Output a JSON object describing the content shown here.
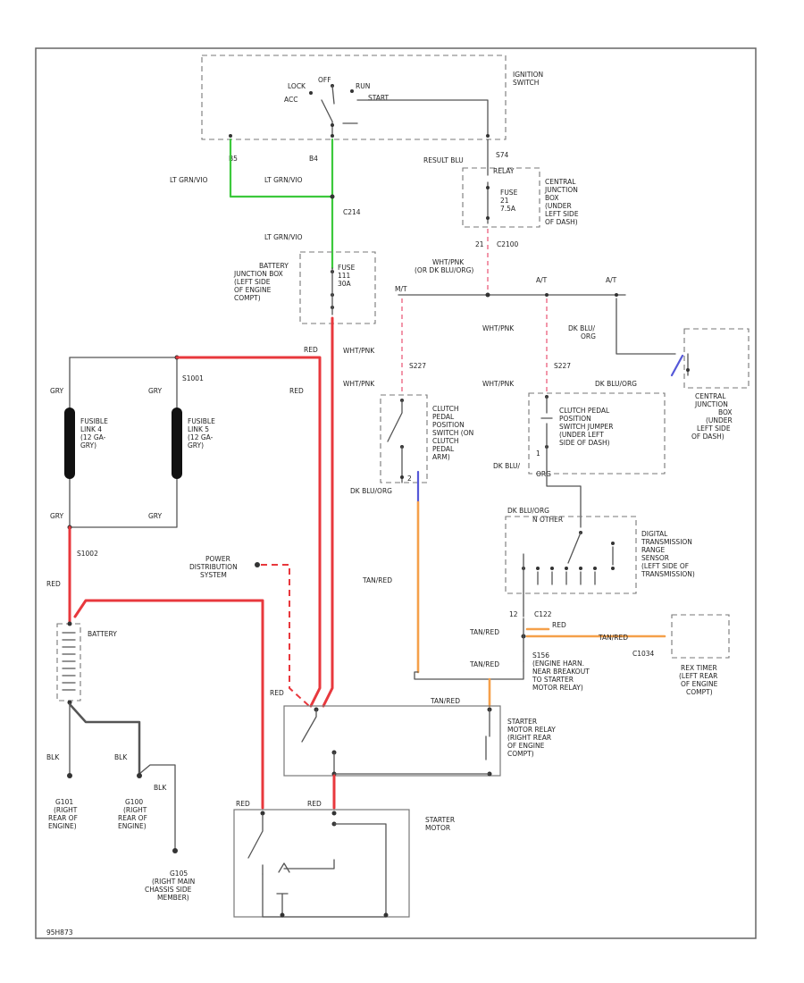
{
  "labels": {
    "ignition_switch": [
      "IGNITION",
      "SWITCH"
    ],
    "ign_lock": "LOCK",
    "ign_off": "OFF",
    "ign_run": "RUN",
    "ign_acc": "ACC",
    "ign_start": "START",
    "pin_b5": "B5",
    "pin_b4": "B4",
    "pin_s74": "S74",
    "wire_ltgrn_1": "LT GRN/VIO",
    "wire_ltgrn_2": "LT GRN/VIO",
    "wire_ltgrn_3": "LT GRN/VIO",
    "conn_c214": "C214",
    "wire_resultblu": "RESULT BLU",
    "fuse_relay": "RELAY",
    "fuse_21": [
      "FUSE",
      "21",
      "7.5A"
    ],
    "cjb_top": [
      "CENTRAL",
      "JUNCTION",
      "BOX",
      "(UNDER",
      "LEFT SIDE",
      "OF DASH)"
    ],
    "pin_21": "21",
    "conn_c2": "C2100",
    "wire_wht_pnk": [
      "WHT/PNK",
      "(OR DK BLU/ORG)"
    ],
    "bjb": [
      "BATTERY",
      "JUNCTION BOX",
      "(LEFT SIDE",
      "OF ENGINE",
      "COMPT)"
    ],
    "fuse_111": [
      "FUSE",
      "111",
      "30A"
    ],
    "label_mt": "M/T",
    "label_at1": "A/T",
    "label_at2": "A/T",
    "wire_whtpnk_2": "WHT/PNK",
    "wire_whtpnk_3": "WHT/PNK",
    "wire_dkbluorg_1": [
      "DK BLU/",
      "ORG"
    ],
    "wire_dkbluorg_2": "DK BLU/ORG",
    "conn_s227a": "S227",
    "conn_s227b": "S227",
    "wire_whtpnk_4": "WHT/PNK",
    "wire_whtpnk_5": "WHT/PNK",
    "cjb_right": [
      "CENTRAL",
      "JUNCTION",
      "BOX",
      "(UNDER",
      "LEFT SIDE",
      "OF DASH)"
    ],
    "wire_red_1": "RED",
    "wire_red_2": "RED",
    "conn_s1001": "S1001",
    "wire_gry_1": "GRY",
    "wire_gry_2": "GRY",
    "wire_gry_3": "GRY",
    "wire_gry_4": "GRY",
    "fl4": [
      "FUSIBLE",
      "LINK 4",
      "(12 GA-",
      "GRY)"
    ],
    "fl5": [
      "FUSIBLE",
      "LINK 5",
      "(12 GA-",
      "GRY)"
    ],
    "clutch_switch": [
      "CLUTCH",
      "PEDAL",
      "POSITION",
      "SWITCH (ON",
      "CLUTCH",
      "PEDAL",
      "ARM)"
    ],
    "clutch_jumper": [
      "CLUTCH PEDAL",
      "POSITION",
      "SWITCH JUMPER",
      "(UNDER LEFT",
      "SIDE OF DASH)"
    ],
    "pin_2": "2",
    "pin_1": "1",
    "wire_dkbluorg_3": "DK BLU/ORG",
    "wire_dkblu_org": [
      "DK BLU/",
      "ORG"
    ],
    "wire_dkbluorg_4": "DK BLU/ORG",
    "label_neutral": "N  OTHER",
    "dtr": [
      "DIGITAL",
      "TRANSMISSION",
      "RANGE",
      "SENSOR",
      "(LEFT SIDE OF",
      "TRANSMISSION)"
    ],
    "conn_s1002": "S1002",
    "wire_red_3": "RED",
    "pds": [
      "POWER",
      "DISTRIBUTION",
      "SYSTEM"
    ],
    "wire_tanred_1": "TAN/RED",
    "battery": "BATTERY",
    "pin_12": "12",
    "conn_c122": "C122",
    "wire_red_dtr": "RED",
    "wire_tanred_2": "TAN/RED",
    "wire_tanred_3": "TAN/RED",
    "conn_c1034": "C1034",
    "rex_timer": [
      "REX TIMER",
      "(LEFT REAR",
      "OF ENGINE",
      "COMPT)"
    ],
    "wire_tanred_4": "TAN/RED",
    "splice_s156": [
      "S156",
      "(ENGINE HARN.",
      "NEAR BREAKOUT",
      "TO STARTER",
      "MOTOR RELAY)"
    ],
    "wire_red_4": "RED",
    "wire_tanred_5": "TAN/RED",
    "starter_relay": [
      "STARTER",
      "MOTOR RELAY",
      "(RIGHT REAR",
      "OF ENGINE",
      "COMPT)"
    ],
    "wire_blk_1": "BLK",
    "wire_blk_2": "BLK",
    "wire_blk_3": "BLK",
    "wire_red_5": "RED",
    "wire_red_6": "RED",
    "starter_motor": [
      "STARTER",
      "MOTOR"
    ],
    "g101": [
      "G101",
      "(RIGHT",
      "REAR OF",
      "ENGINE)"
    ],
    "g100": [
      "G100",
      "(RIGHT",
      "REAR OF",
      "ENGINE)"
    ],
    "g105": [
      "G105",
      "(RIGHT MAIN",
      "CHASSIS SIDE",
      "MEMBER)"
    ],
    "footer": "95H873"
  },
  "colors": {
    "red_wire": "#e8383d",
    "green_wire": "#3cc93c",
    "orange_wire": "#f5a04a",
    "blue_wire": "#5558d8",
    "gray_wire": "#555555"
  }
}
